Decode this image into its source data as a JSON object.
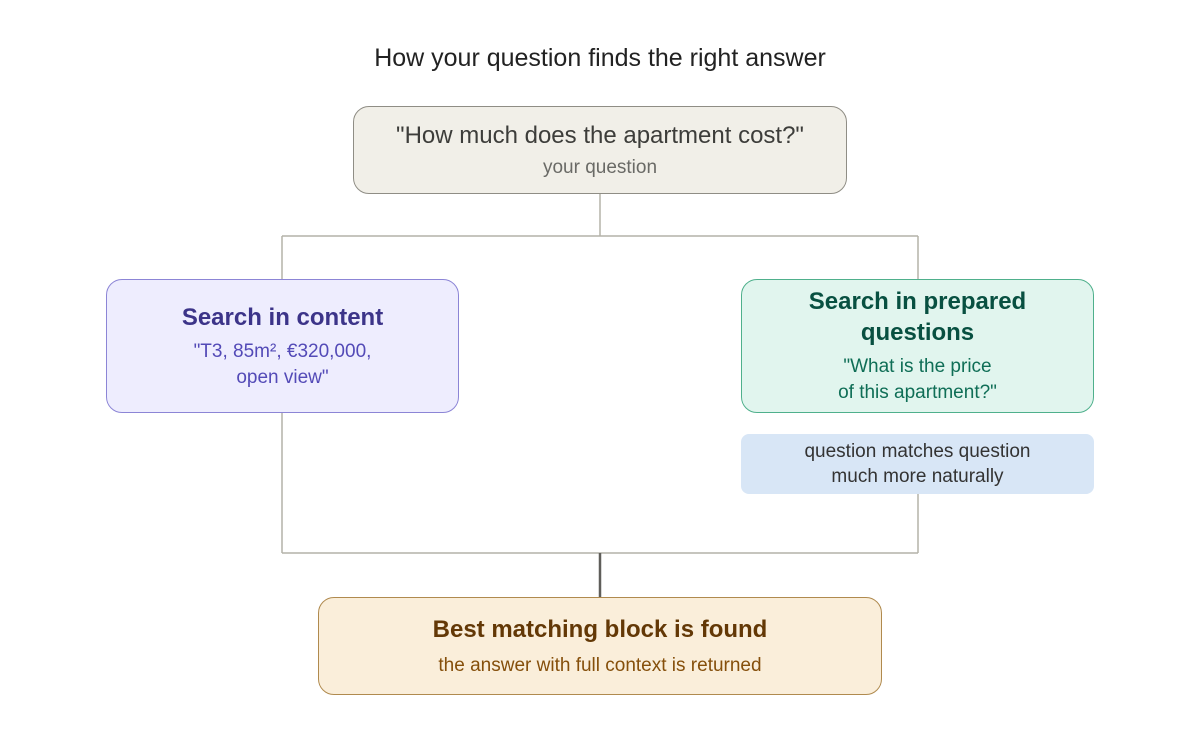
{
  "diagram": {
    "title": "How your question finds the right answer",
    "question": {
      "text": "\"How much does the apartment cost?\"",
      "caption": "your question"
    },
    "content_search": {
      "title": "Search in content",
      "example": "\"T3, 85m², €320,000,\nopen view\""
    },
    "prepared_search": {
      "title": "Search in prepared\nquestions",
      "example": "\"What is the price\nof this apartment?\""
    },
    "note": "question matches question\nmuch more naturally",
    "result": {
      "title": "Best matching block is found",
      "caption": "the answer with full context is returned"
    },
    "colors": {
      "connector": "#b4b2a9",
      "connector_strong": "#5f5e5a",
      "question_fill": "#f1efe8",
      "content_fill": "#eeedfe",
      "prepared_fill": "#e1f5ee",
      "note_fill": "#d8e6f6",
      "result_fill": "#faeeda"
    }
  }
}
